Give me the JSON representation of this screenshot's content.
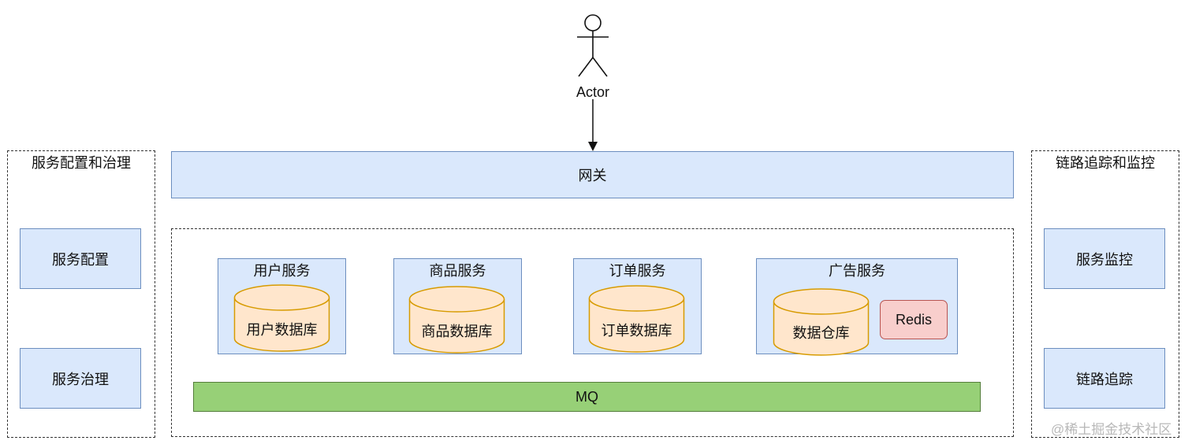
{
  "actor": {
    "label": "Actor"
  },
  "gateway": {
    "label": "网关"
  },
  "left_group": {
    "title": "服务配置和治理",
    "items": [
      "服务配置",
      "服务治理"
    ]
  },
  "right_group": {
    "title": "链路追踪和监控",
    "items": [
      "服务监控",
      "链路追踪"
    ]
  },
  "services": [
    {
      "title": "用户服务",
      "db": "用户数据库"
    },
    {
      "title": "商品服务",
      "db": "商品数据库"
    },
    {
      "title": "订单服务",
      "db": "订单数据库"
    },
    {
      "title": "广告服务",
      "db": "数据仓库",
      "cache": "Redis"
    }
  ],
  "mq": {
    "label": "MQ"
  },
  "watermark": "@稀土掘金技术社区",
  "colors": {
    "blue_fill": "#dae8fc",
    "blue_stroke": "#6c8ebf",
    "db_fill": "#ffe6cc",
    "db_stroke": "#d79b00",
    "redis_fill": "#f8cecc",
    "redis_stroke": "#b85450",
    "mq_fill": "#97d077",
    "mq_stroke": "#557e3c"
  }
}
